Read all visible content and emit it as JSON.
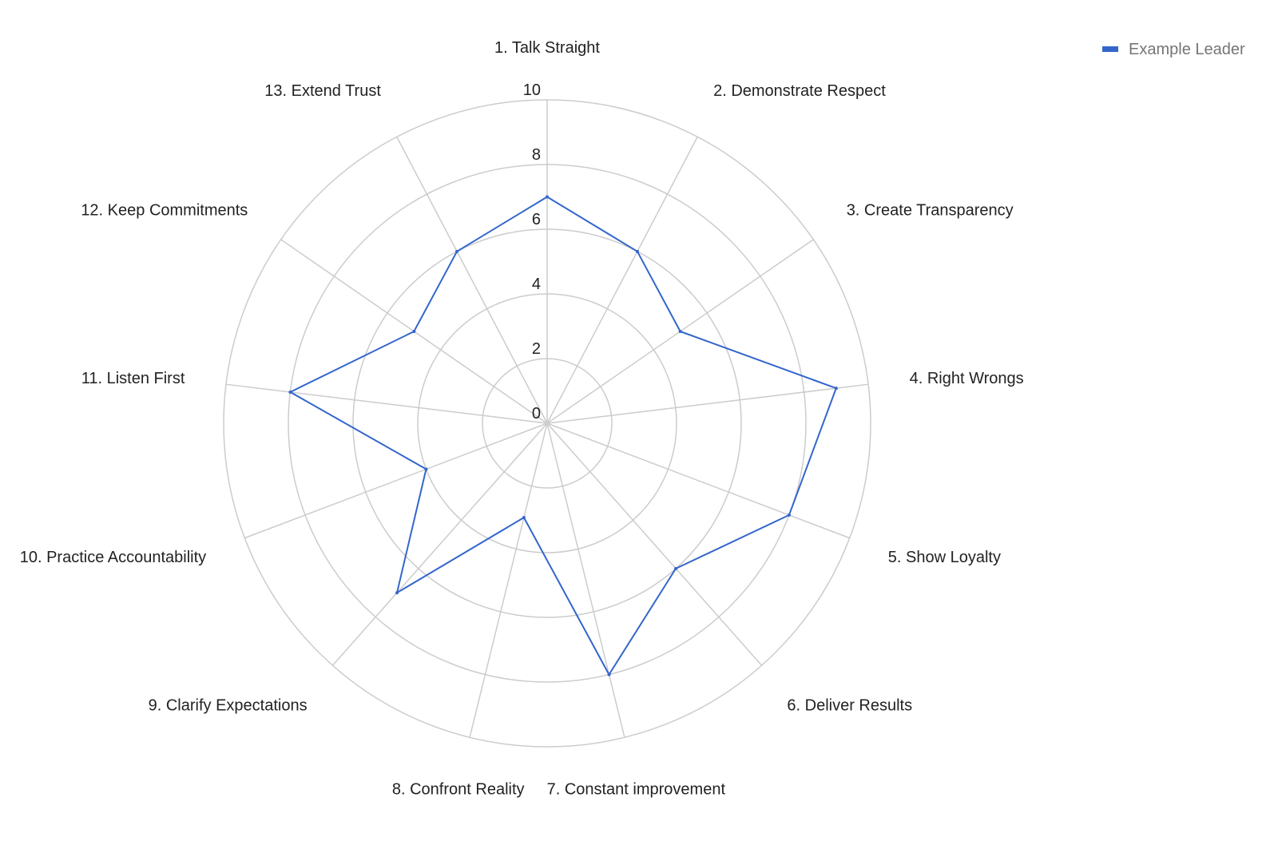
{
  "chart_data": {
    "type": "radar",
    "categories": [
      "1. Talk Straight",
      "2. Demonstrate Respect",
      "3. Create Transparency",
      "4. Right Wrongs",
      "5. Show Loyalty",
      "6. Deliver Results",
      "7. Constant improvement",
      "8. Confront Reality",
      "9. Clarify Expectations",
      "10. Practice Accountability",
      "11. Listen First",
      "12. Keep Commitments",
      "13. Extend Trust"
    ],
    "series": [
      {
        "name": "Example Leader",
        "color": "#3366cc",
        "values": [
          7,
          6,
          5,
          9,
          8,
          6,
          8,
          3,
          7,
          4,
          8,
          5,
          6
        ]
      }
    ],
    "rlim": [
      0,
      10
    ],
    "ticks": [
      "0",
      "2",
      "4",
      "6",
      "8",
      "10"
    ],
    "tick_values": [
      0,
      2,
      4,
      6,
      8,
      10
    ],
    "grid": true,
    "grid_color": "#cccccc",
    "legend": "top-right"
  }
}
